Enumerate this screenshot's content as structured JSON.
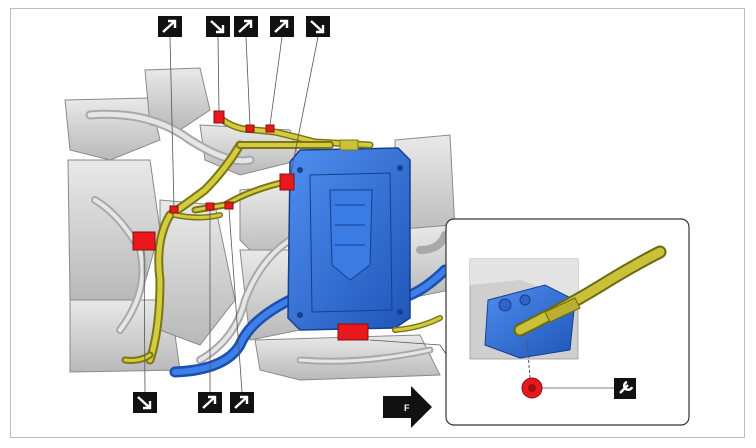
{
  "icons": {
    "top": [
      "unplug",
      "plug",
      "unplug",
      "unplug",
      "plug"
    ],
    "bottom": [
      "plug",
      "unplug",
      "unplug"
    ],
    "detail": "wrench"
  },
  "front_arrow": {
    "label": "F"
  },
  "colors": {
    "harness": "#c9c238",
    "connector": "#e8181c",
    "module": "#2f6fd6",
    "engine": "#c8c8c8",
    "icon_bg": "#111111"
  }
}
